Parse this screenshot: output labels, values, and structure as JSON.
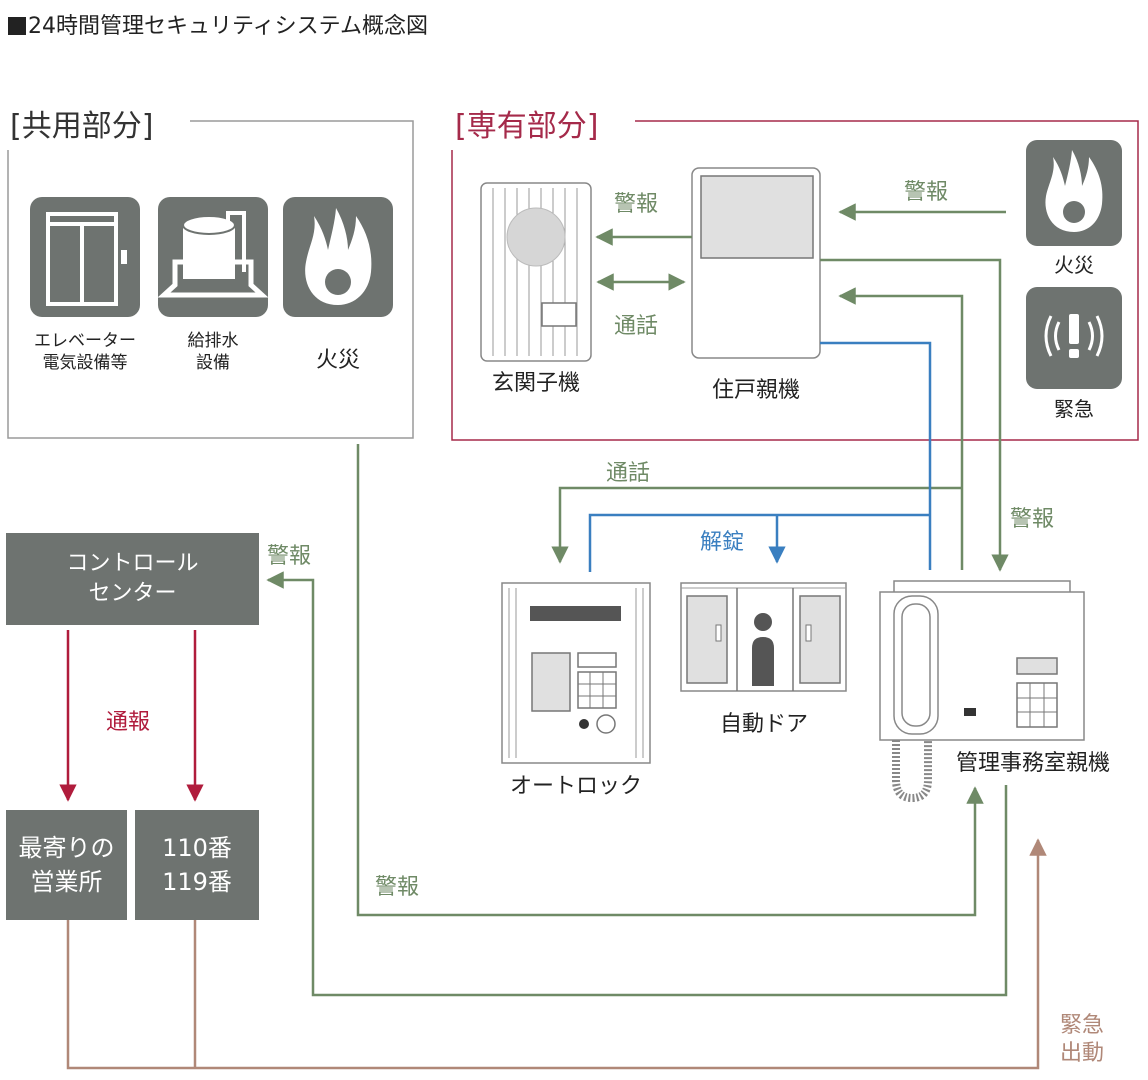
{
  "title": "24時間管理セキュリティシステム概念図",
  "sections": {
    "common": "[共用部分]",
    "private": "[専有部分]"
  },
  "common_items": {
    "elevator_l1": "エレベーター",
    "elevator_l2": "電気設備等",
    "water_l1": "給排水",
    "water_l2": "設備",
    "fire": "火災"
  },
  "private_items": {
    "entrance_unit": "玄関子機",
    "master_unit": "住戸親機",
    "fire": "火災",
    "emergency": "緊急"
  },
  "lobby": {
    "autolock": "オートロック",
    "auto_door": "自動ドア",
    "office_unit": "管理事務室親機"
  },
  "offices": {
    "control_l1": "コントロール",
    "control_l2": "センター",
    "nearest_l1": "最寄りの",
    "nearest_l2": "営業所",
    "police": "110番",
    "fire_dept": "119番"
  },
  "flows": {
    "alarm": "警報",
    "talk": "通話",
    "unlock": "解錠",
    "report": "通報",
    "dispatch_l1": "緊急",
    "dispatch_l2": "出動"
  },
  "colors": {
    "alarm_green": "#6f8a66",
    "unlock_blue": "#3a7fc0",
    "report_red": "#b01c3c",
    "dispatch_brown": "#b08878",
    "private_border": "#a52a4a",
    "tile_gray": "#6e7370"
  }
}
